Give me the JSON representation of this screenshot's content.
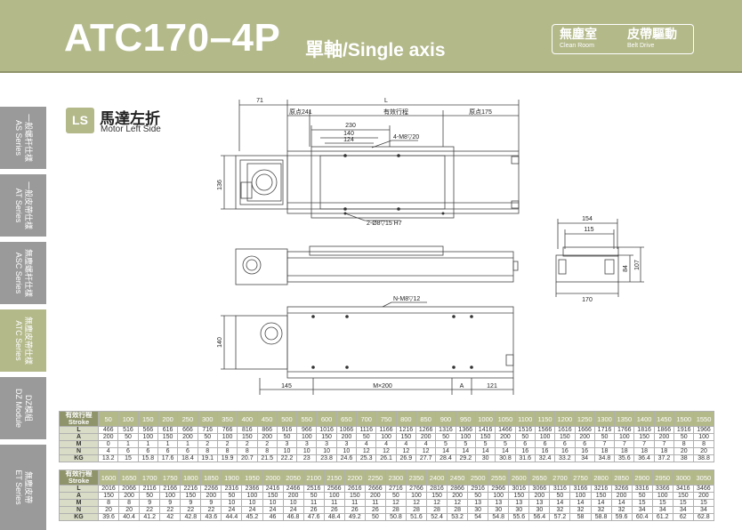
{
  "header": {
    "model": "ATC170–4P",
    "subtitle": "單軸/Single axis",
    "badges": [
      {
        "zh": "無塵室",
        "en": "Clean Room"
      },
      {
        "zh": "皮帶驅動",
        "en": "Belt Drive"
      }
    ]
  },
  "sidebar": [
    {
      "zh": "一般螺杆仕樣",
      "en": "AS Series",
      "active": false
    },
    {
      "zh": "一般皮帶仕樣",
      "en": "AT Series",
      "active": false
    },
    {
      "zh": "無塵螺杆仕樣",
      "en": "ASC Series",
      "active": false
    },
    {
      "zh": "無塵皮帶仕樣",
      "en": "ATC Series",
      "active": true
    },
    {
      "zh": "DZ模組",
      "en": "DZ Module",
      "active": false
    },
    {
      "zh": "無塵皮帶",
      "en": "ET Series",
      "active": false
    }
  ],
  "section": {
    "code": "LS",
    "zh": "馬達左折",
    "en": "Motor Left Side"
  },
  "drawing": {
    "dim_71": "71",
    "dim_L": "L",
    "origin_241": "原点241",
    "effective_stroke": "有效行程",
    "origin_175": "原点175",
    "dim_230": "230",
    "dim_140": "140",
    "dim_124": "124",
    "hole_4m8": "4-M8▽20",
    "hole_2phi8": "2-Ø8▽15 H7",
    "dim_136": "136",
    "dim_154": "154",
    "dim_115": "115",
    "dim_84": "84",
    "dim_107": "107",
    "dim_170": "170",
    "hole_nm8": "N-M8▽12",
    "dim_140b": "140",
    "dim_145": "145",
    "dim_M200": "M×200",
    "dim_A": "A",
    "dim_121": "121"
  },
  "table1": {
    "header": "有效行程 Stroke",
    "strokes": [
      "50",
      "100",
      "150",
      "200",
      "250",
      "300",
      "350",
      "400",
      "450",
      "500",
      "550",
      "600",
      "650",
      "700",
      "750",
      "800",
      "850",
      "900",
      "950",
      "1000",
      "1050",
      "1100",
      "1150",
      "1200",
      "1250",
      "1300",
      "1350",
      "1400",
      "1450",
      "1500",
      "1550"
    ],
    "rows": [
      {
        "label": "L",
        "values": [
          "466",
          "516",
          "566",
          "616",
          "666",
          "716",
          "766",
          "816",
          "866",
          "916",
          "966",
          "1016",
          "1066",
          "1116",
          "1166",
          "1216",
          "1266",
          "1316",
          "1366",
          "1416",
          "1466",
          "1516",
          "1566",
          "1616",
          "1666",
          "1716",
          "1766",
          "1816",
          "1866",
          "1916",
          "1966"
        ]
      },
      {
        "label": "A",
        "values": [
          "200",
          "50",
          "100",
          "150",
          "200",
          "50",
          "100",
          "150",
          "200",
          "50",
          "100",
          "150",
          "200",
          "50",
          "100",
          "150",
          "200",
          "50",
          "100",
          "150",
          "200",
          "50",
          "100",
          "150",
          "200",
          "50",
          "100",
          "150",
          "200",
          "50",
          "100"
        ]
      },
      {
        "label": "M",
        "values": [
          "0",
          "1",
          "1",
          "1",
          "1",
          "2",
          "2",
          "2",
          "2",
          "3",
          "3",
          "3",
          "3",
          "4",
          "4",
          "4",
          "4",
          "5",
          "5",
          "5",
          "5",
          "6",
          "6",
          "6",
          "6",
          "7",
          "7",
          "7",
          "7",
          "8",
          "8"
        ]
      },
      {
        "label": "N",
        "values": [
          "4",
          "6",
          "6",
          "6",
          "6",
          "8",
          "8",
          "8",
          "8",
          "10",
          "10",
          "10",
          "10",
          "12",
          "12",
          "12",
          "12",
          "14",
          "14",
          "14",
          "14",
          "16",
          "16",
          "16",
          "16",
          "18",
          "18",
          "18",
          "18",
          "20",
          "20"
        ]
      },
      {
        "label": "KG",
        "values": [
          "13.2",
          "15",
          "15.8",
          "17.6",
          "18.4",
          "19.1",
          "19.9",
          "20.7",
          "21.5",
          "22.2",
          "23",
          "23.8",
          "24.6",
          "25.3",
          "26.1",
          "26.9",
          "27.7",
          "28.4",
          "29.2",
          "30",
          "30.8",
          "31.6",
          "32.4",
          "33.2",
          "34",
          "34.8",
          "35.6",
          "36.4",
          "37.2",
          "38",
          "38.8"
        ]
      }
    ]
  },
  "table2": {
    "header": "有效行程 Stroke",
    "strokes": [
      "1600",
      "1650",
      "1700",
      "1750",
      "1800",
      "1850",
      "1900",
      "1950",
      "2000",
      "2050",
      "2100",
      "2150",
      "2200",
      "2250",
      "2300",
      "2350",
      "2400",
      "2450",
      "2500",
      "2550",
      "2600",
      "2650",
      "2700",
      "2750",
      "2800",
      "2850",
      "2900",
      "2950",
      "3000",
      "3050"
    ],
    "rows": [
      {
        "label": "L",
        "values": [
          "2016",
          "2066",
          "2116",
          "2166",
          "2216",
          "2266",
          "2316",
          "2366",
          "2416",
          "2466",
          "2516",
          "2566",
          "2616",
          "2666",
          "2716",
          "2766",
          "2816",
          "2866",
          "2916",
          "2966",
          "3016",
          "3066",
          "3116",
          "3166",
          "3216",
          "3266",
          "3316",
          "3366",
          "3416",
          "3466"
        ]
      },
      {
        "label": "A",
        "values": [
          "150",
          "200",
          "50",
          "100",
          "150",
          "200",
          "50",
          "100",
          "150",
          "200",
          "50",
          "100",
          "150",
          "200",
          "50",
          "100",
          "150",
          "200",
          "50",
          "100",
          "150",
          "200",
          "50",
          "100",
          "150",
          "200",
          "50",
          "100",
          "150",
          "200"
        ]
      },
      {
        "label": "M",
        "values": [
          "8",
          "8",
          "9",
          "9",
          "9",
          "9",
          "10",
          "10",
          "10",
          "10",
          "11",
          "11",
          "11",
          "11",
          "12",
          "12",
          "12",
          "12",
          "13",
          "13",
          "13",
          "13",
          "14",
          "14",
          "14",
          "14",
          "15",
          "15",
          "15",
          "15"
        ]
      },
      {
        "label": "N",
        "values": [
          "20",
          "20",
          "22",
          "22",
          "22",
          "22",
          "24",
          "24",
          "24",
          "24",
          "26",
          "26",
          "26",
          "26",
          "28",
          "28",
          "28",
          "28",
          "30",
          "30",
          "30",
          "30",
          "32",
          "32",
          "32",
          "32",
          "34",
          "34",
          "34",
          "34"
        ]
      },
      {
        "label": "KG",
        "values": [
          "39.6",
          "40.4",
          "41.2",
          "42",
          "42.8",
          "43.6",
          "44.4",
          "45.2",
          "46",
          "46.8",
          "47.6",
          "48.4",
          "49.2",
          "50",
          "50.8",
          "51.6",
          "52.4",
          "53.2",
          "54",
          "54.8",
          "55.6",
          "56.4",
          "57.2",
          "58",
          "58.8",
          "59.6",
          "60.4",
          "61.2",
          "62",
          "62.8"
        ]
      }
    ]
  }
}
